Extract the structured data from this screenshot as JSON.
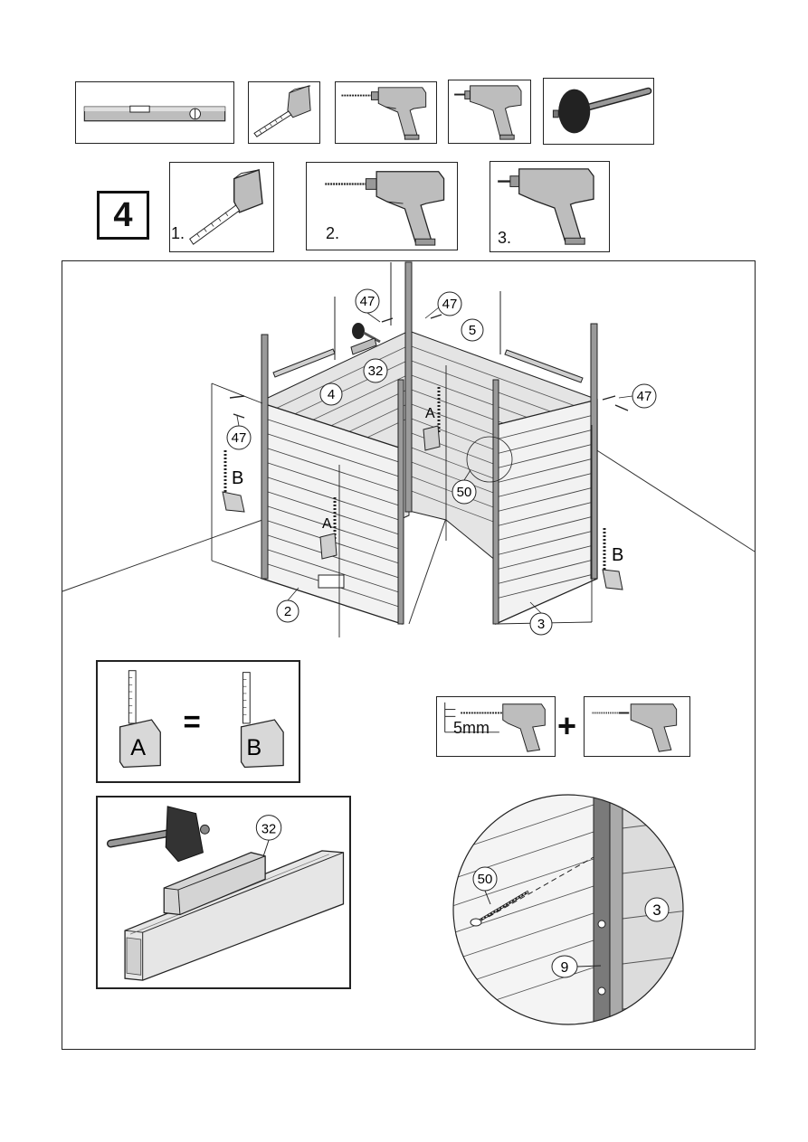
{
  "tools_row": [
    {
      "name": "spirit-level"
    },
    {
      "name": "tape-measure"
    },
    {
      "name": "drill-with-bit"
    },
    {
      "name": "screwdriver-drill"
    },
    {
      "name": "rubber-mallet"
    }
  ],
  "step": {
    "number": "4",
    "substeps": [
      {
        "label": "1.",
        "tool": "tape-measure"
      },
      {
        "label": "2.",
        "tool": "drill-with-bit"
      },
      {
        "label": "3.",
        "tool": "screwdriver-drill"
      }
    ]
  },
  "main": {
    "part_labels": {
      "p47a": "47",
      "p47b": "47",
      "p47c": "47",
      "p47d": "47",
      "p5": "5",
      "p32": "32",
      "p4": "4",
      "p50": "50",
      "p2": "2",
      "p3": "3"
    },
    "measure_labels": {
      "a1": "A",
      "a2": "A",
      "b1": "B",
      "b2": "B"
    }
  },
  "detail_equal": {
    "left": "A",
    "operator": "=",
    "right": "B"
  },
  "detail_drill": {
    "predrill": "5mm",
    "plus": "+"
  },
  "detail_mallet": {
    "part": "32"
  },
  "detail_circle": {
    "screw": "50",
    "wall": "3",
    "post": "9"
  }
}
